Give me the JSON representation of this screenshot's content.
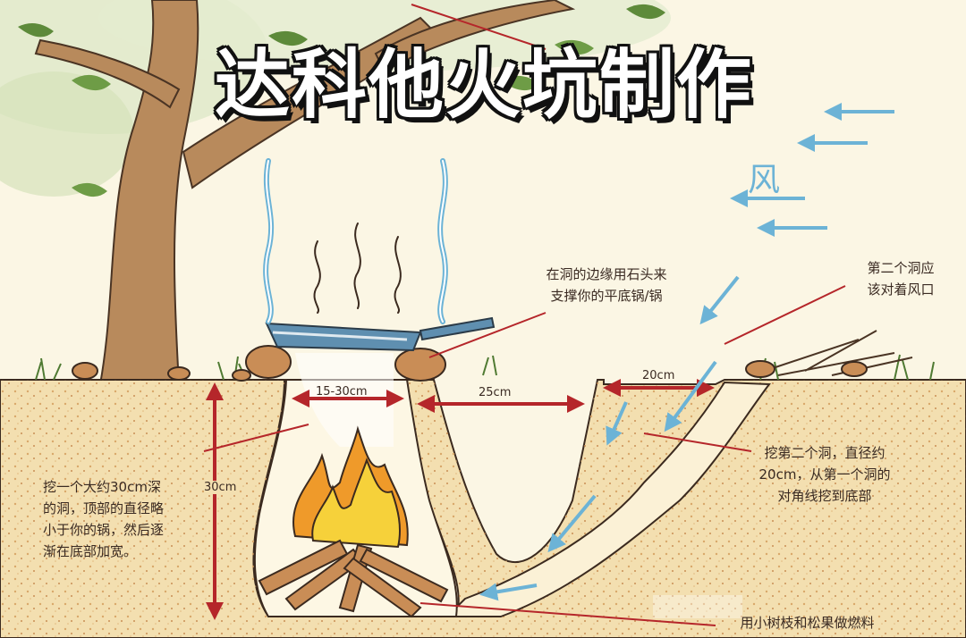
{
  "title": "达科他火坑制作",
  "wind_label": "风",
  "labels": {
    "stone_support_line1": "在洞的边缘用石头来",
    "stone_support_line2": "支撑你的平底锅/锅",
    "second_hole_wind_line1": "第二个洞应",
    "second_hole_wind_line2": "该对着风口",
    "dig_first_line1": "挖一个大约30cm深",
    "dig_first_line2": "的洞，顶部的直径略",
    "dig_first_line3": "小于你的锅，然后逐",
    "dig_first_line4": "渐在底部加宽。",
    "dig_second_line1": "挖第二个洞，直径约",
    "dig_second_line2": "20cm，从第一个洞的",
    "dig_second_line3": "对角线挖到底部",
    "fuel": "用小树枝和松果做燃料"
  },
  "dimensions": {
    "top_width": "15-30cm",
    "separation": "25cm",
    "second_hole_width": "20cm",
    "depth": "30cm"
  },
  "colors": {
    "sky": "#fbf6e4",
    "soil": "#f3dfb0",
    "soil_dots": "#d9a86a",
    "dimension_arrow": "#b5262a",
    "wind_arrow": "#6cb3d6",
    "pan": "#5f8fb0",
    "fire_yellow": "#f6d13a",
    "fire_orange": "#ef9a2a",
    "wood": "#c98d56",
    "trunk": "#b88a5c",
    "leaf": "#5d8a3a",
    "text": "#3a2a22"
  }
}
